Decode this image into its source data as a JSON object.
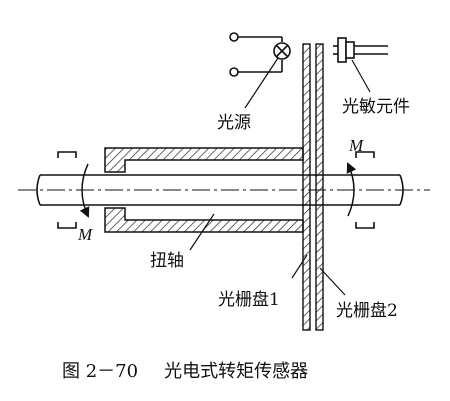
{
  "labels": {
    "light_source": "光源",
    "photo_element": "光敏元件",
    "torque_symbol_right": "M",
    "torque_symbol_left": "M",
    "shaft": "扭轴",
    "grating_disk_1": "光栅盘1",
    "grating_disk_2": "光栅盘2"
  },
  "caption": {
    "number": "图 2－70",
    "title": "光电式转矩传感器"
  }
}
